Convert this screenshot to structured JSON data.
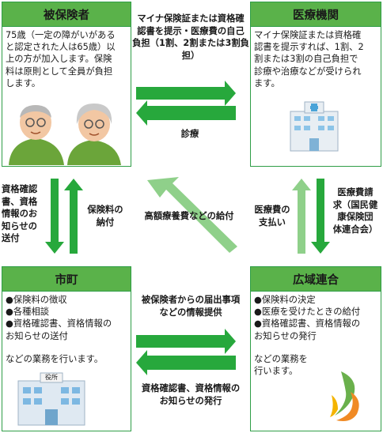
{
  "insured": {
    "title": "被保険者",
    "text": "75歳（一定の障がいがある\nと認定された人は65歳）以\n上の方が加入します。保険\n料は原則として全員が負担\nします。"
  },
  "medical": {
    "title": "医療機関",
    "text": "マイナ保険証または資格確\n認書を提示すれば、1割、2\n割または3割の自己負担で\n診療や治療などが受けられ\nます。"
  },
  "city": {
    "title": "市町",
    "items": [
      "●保険料の徴収",
      "●各種相談",
      "●資格確認書、資格情報の\nお知らせの送付"
    ],
    "note": "などの業務を行います。",
    "building_sign": "役所"
  },
  "union": {
    "title": "広域連合",
    "items": [
      "●保険料の決定",
      "●医療を受けたときの給付",
      "●資格確認書、資格情報の\nお知らせの発行"
    ],
    "note": "などの業務を\n行います。"
  },
  "flows": {
    "insured_to_medical": "マイナ保険証または資格確\n認書を提示・医療費の自己\n負担（1割、2割または3割負\n担）",
    "medical_to_insured": "診療",
    "insured_to_city": "資格確認\n書、資格\n情報のお\n知らせの\n送付",
    "city_to_insured": "保険料の\n納付",
    "union_to_insured": "高額療養費などの給付",
    "union_to_medical": "医療費の\n支払い",
    "medical_to_union": "医療費請\n求（国民健\n康保険団\n体連合会）",
    "city_to_union": "被保険者からの届出事項\nなどの情報提供",
    "union_to_city": "資格確認書、資格情報の\nお知らせの発行"
  },
  "colors": {
    "border": "#2f9e47",
    "header": "#5ab24a",
    "arrow": "#27a83c",
    "diag_arrow": "#8fd08a"
  }
}
